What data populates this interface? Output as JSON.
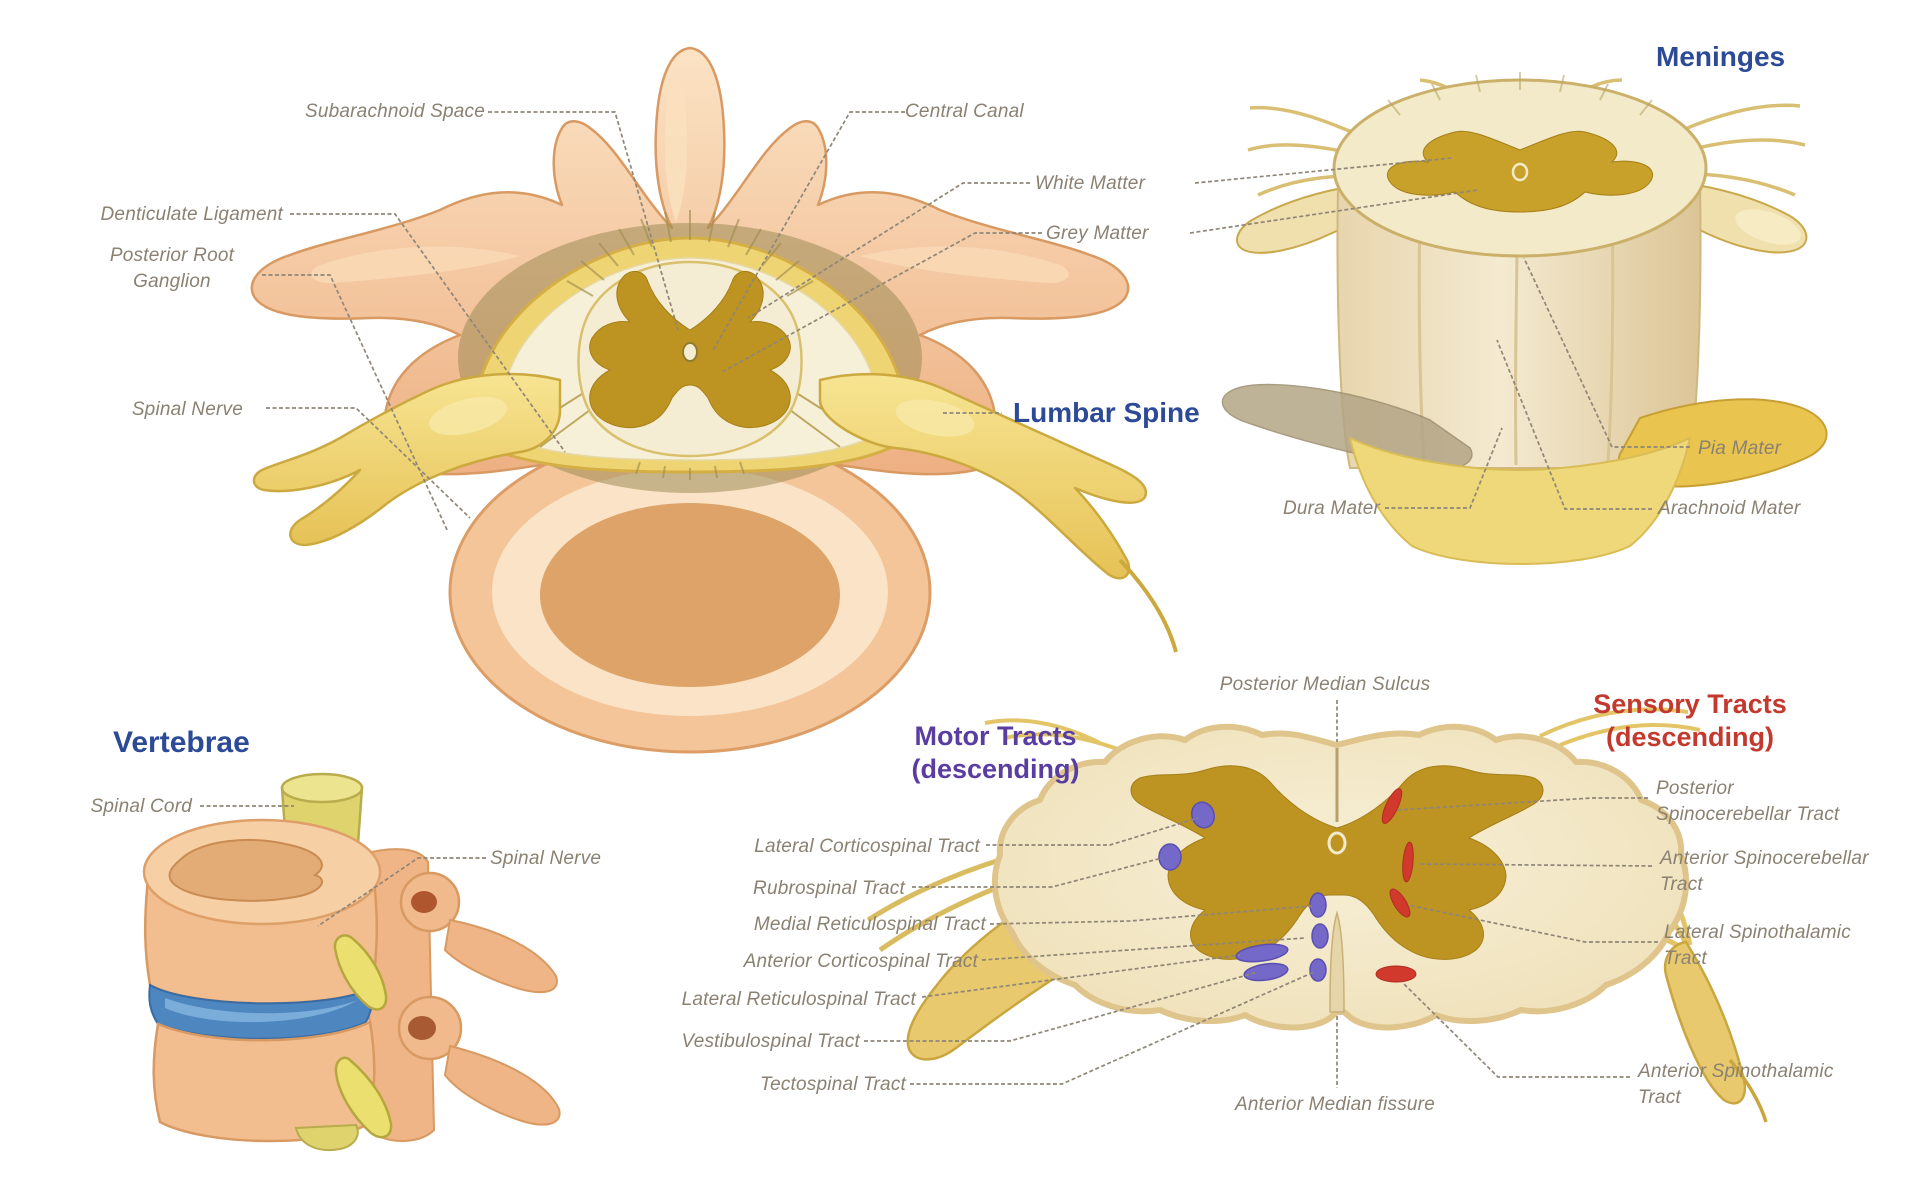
{
  "figures": {
    "lumbar_spine": {
      "title": "Lumbar Spine",
      "labels": {
        "subarachnoid_space": "Subarachnoid Space",
        "central_canal": "Central Canal",
        "white_matter": "White Matter",
        "grey_matter": "Grey Matter",
        "denticulate_ligament": "Denticulate Ligament",
        "posterior_root_ganglion": "Posterior Root Ganglion",
        "spinal_nerve": "Spinal Nerve"
      }
    },
    "meninges": {
      "title": "Meninges",
      "labels": {
        "pia_mater": "Pia Mater",
        "dura_mater": "Dura Mater",
        "arachnoid_mater": "Arachnoid Mater"
      }
    },
    "vertebrae": {
      "title": "Vertebrae",
      "labels": {
        "spinal_cord": "Spinal Cord",
        "spinal_nerve": "Spinal Nerve"
      }
    },
    "spinal_tracts": {
      "motor_title": "Motor Tracts",
      "motor_subtitle": "(descending)",
      "sensory_title": "Sensory Tracts",
      "sensory_subtitle": "(descending)",
      "labels": {
        "posterior_median_sulcus": "Posterior Median Sulcus",
        "lateral_corticospinal": "Lateral Corticospinal Tract",
        "rubrospinal": "Rubrospinal Tract",
        "medial_reticulospinal": "Medial Reticulospinal Tract",
        "anterior_corticospinal": "Anterior Corticospinal Tract",
        "lateral_reticulospinal": "Lateral Reticulospinal Tract",
        "vestibulospinal": "Vestibulospinal Tract",
        "tectospinal": "Tectospinal Tract",
        "anterior_median_fissure": "Anterior Median fissure",
        "posterior_spinocerebellar": "Posterior Spinocerebellar Tract",
        "anterior_spinocerebellar": "Anterior Spinocerebellar Tract",
        "lateral_spinothalamic": "Lateral Spinothalamic Tract",
        "anterior_spinothalamic": "Anterior Spinothalamic Tract"
      }
    }
  },
  "colors": {
    "section_title_blue": "#2c4a96",
    "motor_title_purple": "#5a3da0",
    "sensory_title_red": "#c4392e",
    "label_text": "#8b8173",
    "motor_tract_marker": "#7468c8",
    "sensory_tract_marker": "#d0392b",
    "bone": "#f2bf92",
    "nerve_yellow": "#f0d478",
    "grey_matter": "#bd9322",
    "white_matter_cream": "#f4ebd1",
    "disc_blue": "#4e86c0"
  }
}
